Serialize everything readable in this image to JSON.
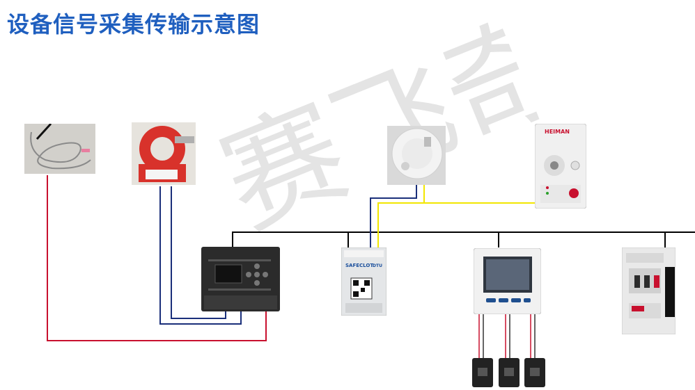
{
  "title": "设备信号采集传输示意图",
  "watermark": "赛飞奇",
  "devices": {
    "temp_sensor": {
      "icon": "temperature-probe-icon"
    },
    "leakage_ct": {
      "icon": "leakage-current-transformer-icon"
    },
    "monitor": {
      "icon": "electrical-fire-monitor-icon"
    },
    "smoke": {
      "icon": "smoke-detector-icon"
    },
    "gas": {
      "icon": "gas-detector-icon",
      "brand": "HEIMAN"
    },
    "dtu": {
      "icon": "dtu-gateway-icon",
      "brand": "SAFECLOT",
      "tag": "DTU"
    },
    "meter": {
      "icon": "power-meter-icon"
    },
    "breaker": {
      "icon": "smart-breaker-icon"
    },
    "cts": {
      "icon": "current-clamp-icon"
    }
  },
  "colors": {
    "red_wire": "#c8102e",
    "blue_wire": "#1a2f7a",
    "yellow_wire": "#f2e600",
    "black_wire": "#000000",
    "title": "#1f5fbf"
  }
}
